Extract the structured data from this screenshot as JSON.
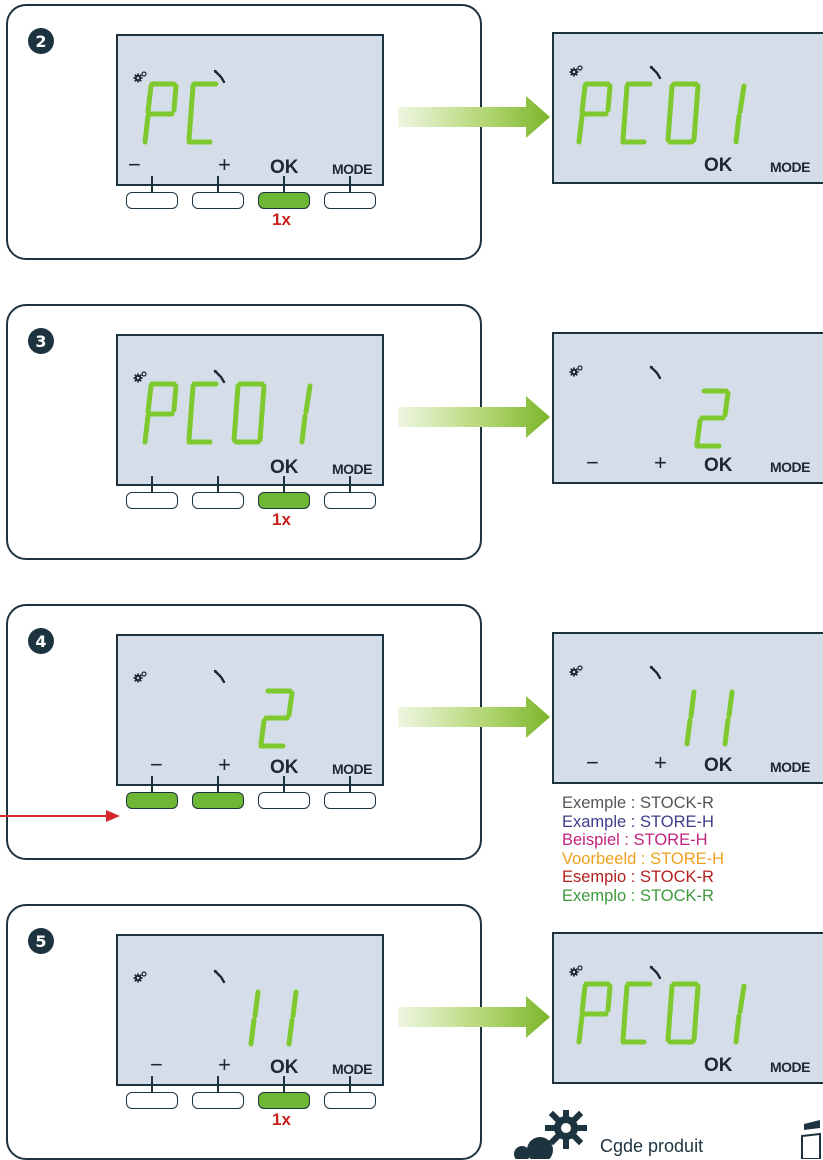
{
  "colors": {
    "lcd_bg": "#d5dde8",
    "segment_green": "#7dc92e",
    "button_active": "#6db734",
    "dark": "#1e3340",
    "count_red": "#c8211e",
    "pointer_red": "#d62a2a"
  },
  "labels": {
    "minus": "−",
    "plus": "+",
    "ok": "OK",
    "mode": "MODE"
  },
  "steps": [
    {
      "number": "2",
      "display": "PC",
      "result_display": "PC01",
      "press_count": "1x"
    },
    {
      "number": "3",
      "display": "PC01",
      "result_display": "2",
      "press_count": "1x"
    },
    {
      "number": "4",
      "display": "2",
      "result_display": "11",
      "press_count": ""
    },
    {
      "number": "5",
      "display": "11",
      "result_display": "PC01",
      "press_count": "1x"
    }
  ],
  "examples": [
    {
      "text": "Exemple : STOCK-R",
      "color": "#555555"
    },
    {
      "text": "Example : STORE-H",
      "color": "#3d3d8a"
    },
    {
      "text": "Beispiel : STORE-H",
      "color": "#c0247e"
    },
    {
      "text": "Voorbeeld : STORE-H",
      "color": "#f0a020"
    },
    {
      "text": "Esempio : STOCK-R",
      "color": "#b3201f"
    },
    {
      "text": "Exemplo : STOCK-R",
      "color": "#3d9a3d"
    }
  ],
  "logo": {
    "text": "Cgde produit",
    "icon": "gears-icon"
  }
}
